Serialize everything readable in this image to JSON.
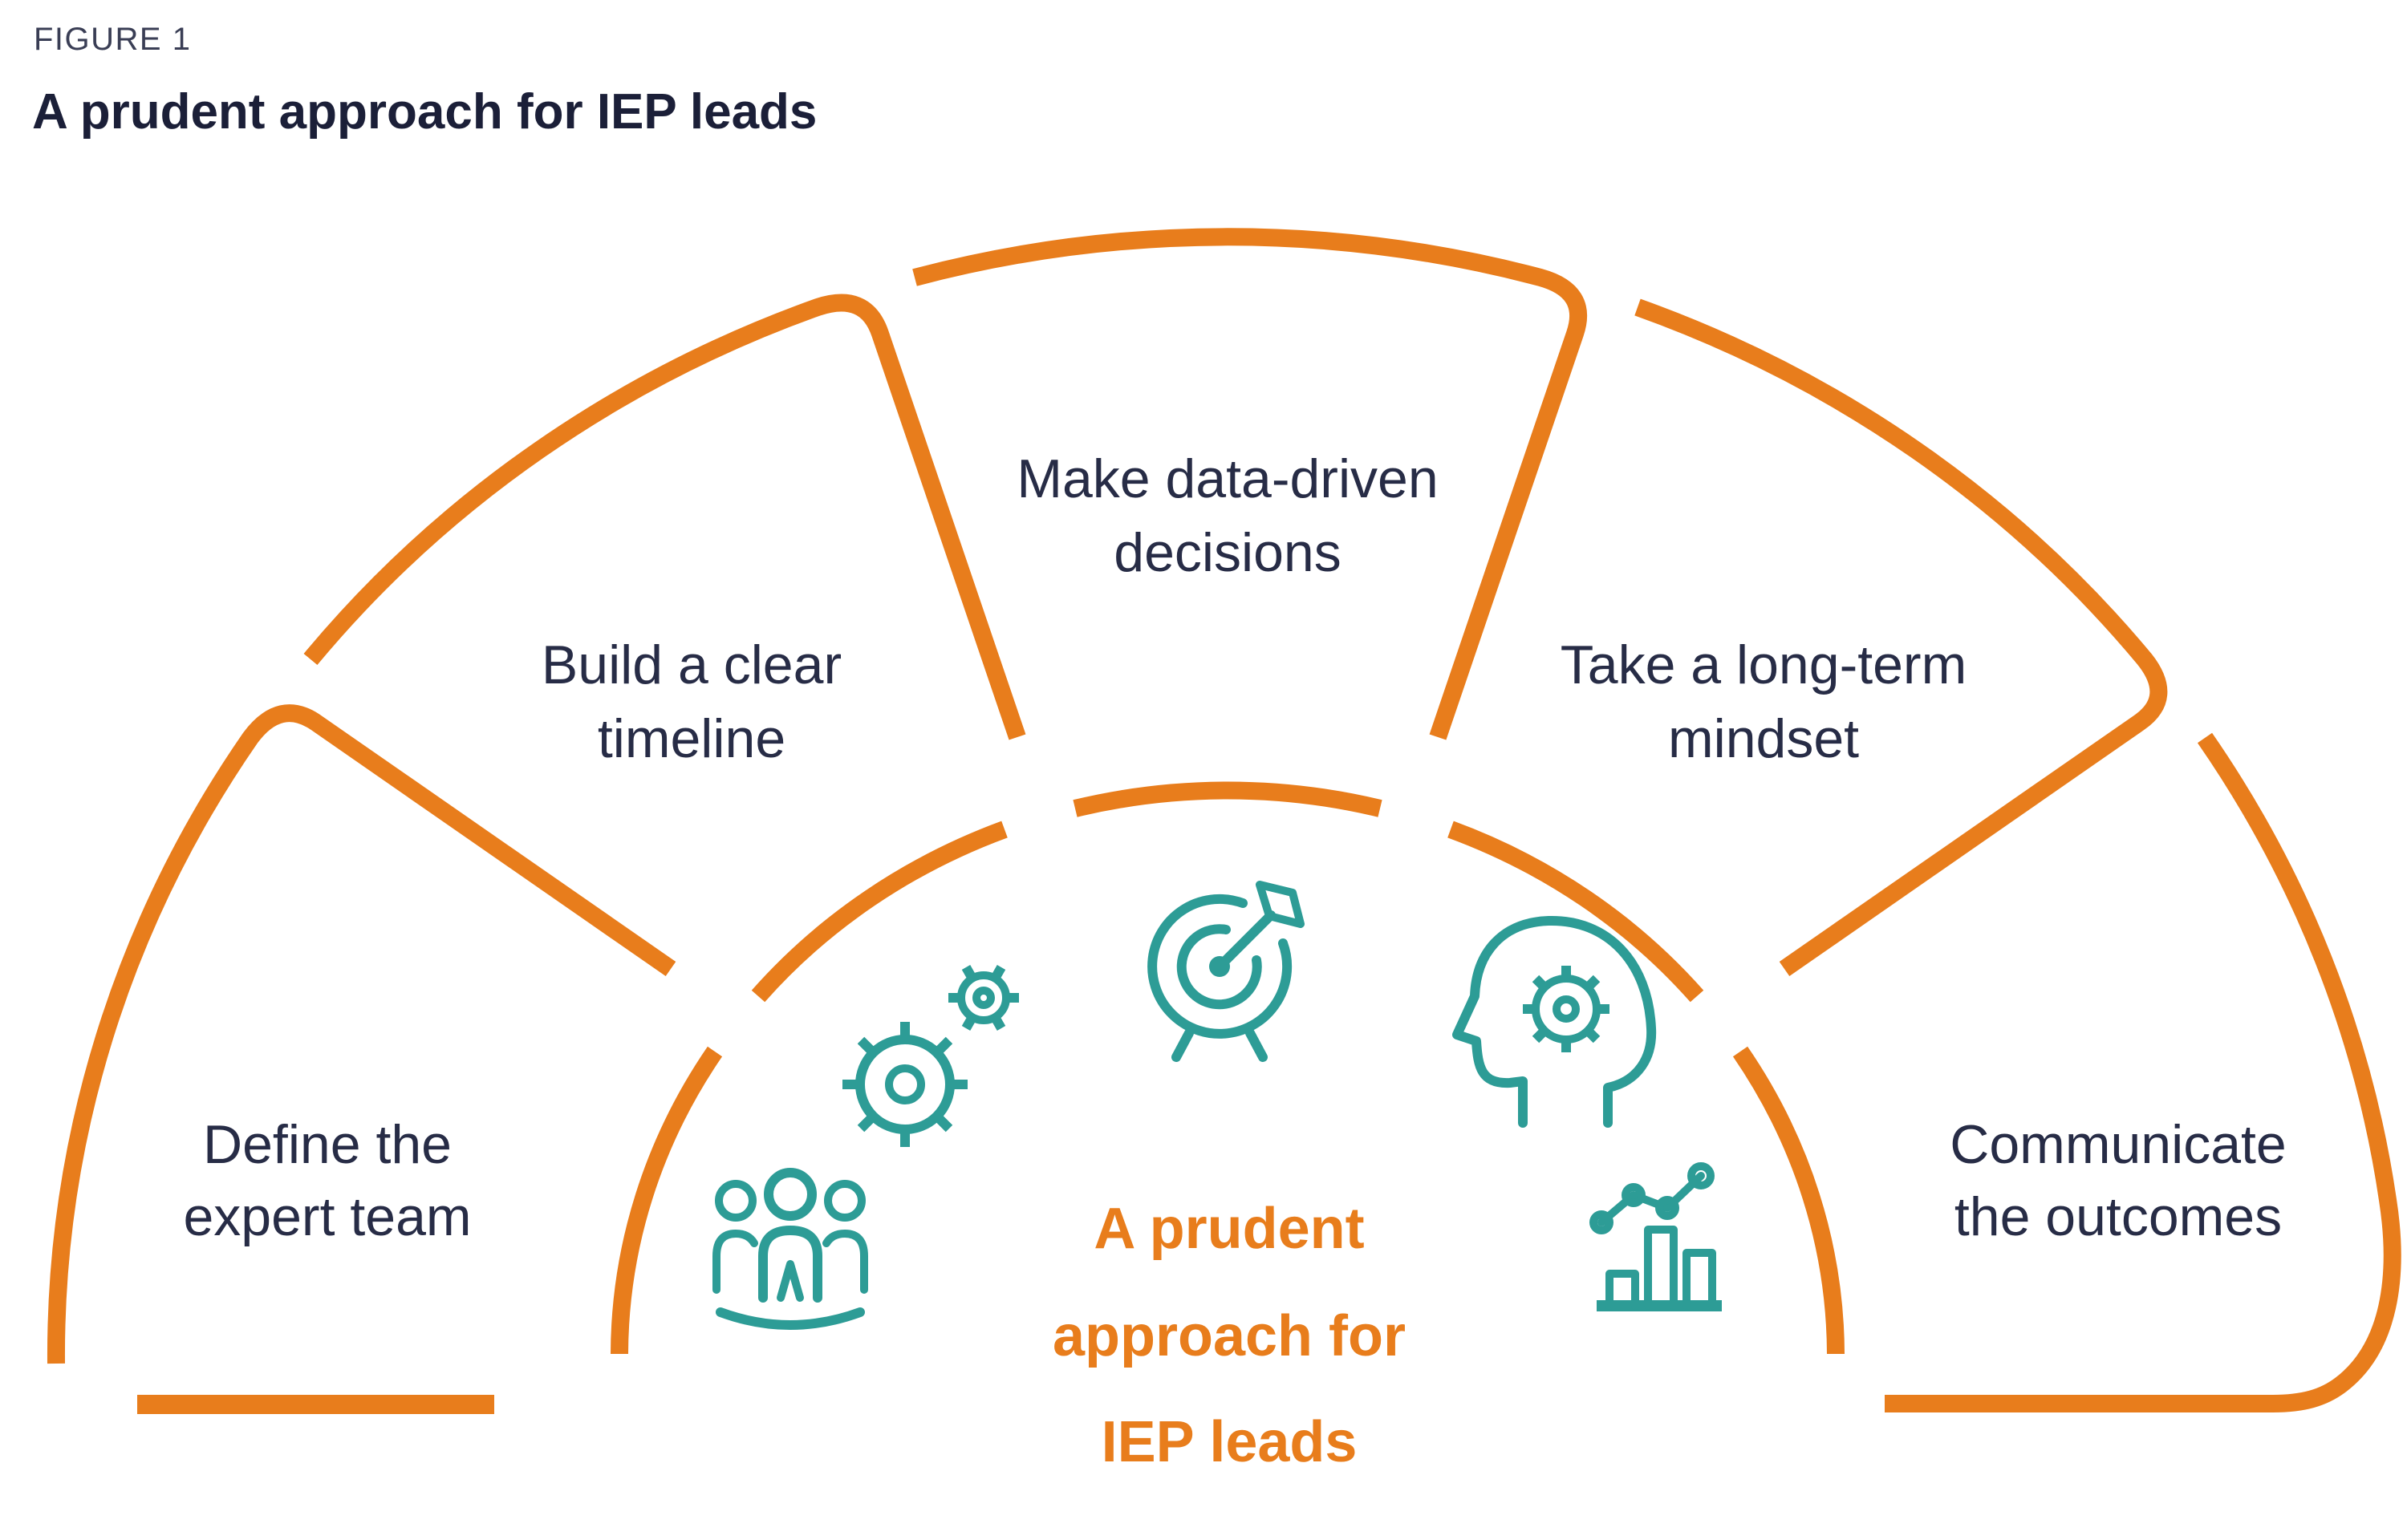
{
  "figure_label": "FIGURE 1",
  "title": "A prudent approach for IEP leads",
  "center_text": {
    "line1": "A prudent",
    "line2": "approach for",
    "line3": "IEP leads"
  },
  "steps": [
    {
      "line1": "Define the",
      "line2": "expert team",
      "icon": "people-icon"
    },
    {
      "line1": "Build a clear",
      "line2": "timeline",
      "icon": "gears-icon"
    },
    {
      "line1": "Make data-driven",
      "line2": "decisions",
      "icon": "target-icon"
    },
    {
      "line1": "Take a long-term",
      "line2": "mindset",
      "icon": "head-gear-icon"
    },
    {
      "line1": "Communicate",
      "line2": "the outcomes",
      "icon": "chart-icon"
    }
  ],
  "colors": {
    "accent_orange": "#E87D1C",
    "icon_teal": "#2D9C96",
    "text_navy": "#1B1F38"
  }
}
